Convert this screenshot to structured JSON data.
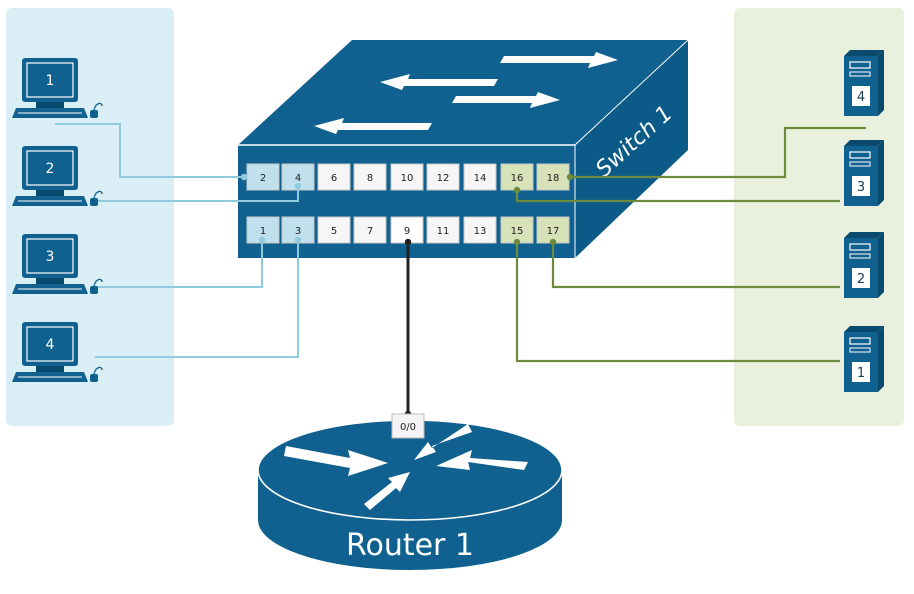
{
  "switch": {
    "name": "Switch 1",
    "ports_top": [
      "2",
      "4",
      "6",
      "8",
      "10",
      "12",
      "14",
      "16",
      "18"
    ],
    "ports_bottom": [
      "1",
      "3",
      "5",
      "7",
      "9",
      "11",
      "13",
      "15",
      "17"
    ]
  },
  "router": {
    "name": "Router 1",
    "interface": "0/0"
  },
  "pcs": [
    "1",
    "2",
    "3",
    "4"
  ],
  "servers": [
    "4",
    "3",
    "2",
    "1"
  ],
  "colors": {
    "device_blue": "#10618f",
    "device_blue_dark": "#0b4a6f",
    "pc_zone": "#daeef6",
    "server_zone": "#e9f0dd",
    "pc_link": "#8fcbdc",
    "server_link": "#6e8b3d",
    "router_link": "#222222",
    "pc_port": "#bfe0ec",
    "server_port": "#d7e2b8"
  }
}
